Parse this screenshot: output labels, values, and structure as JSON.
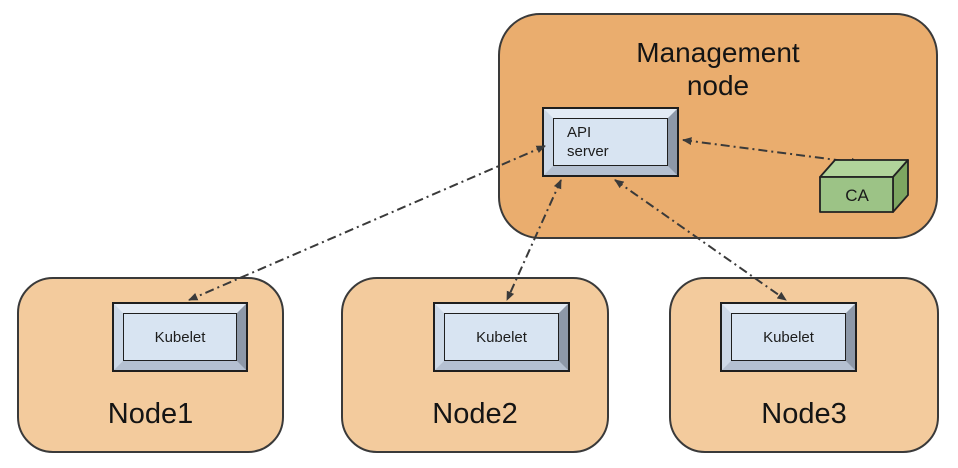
{
  "management_node": {
    "label": "Management\nnode",
    "fill_color": "#EAAD6E"
  },
  "api_server": {
    "label": "API\nserver",
    "face_color": "#D8E4F2"
  },
  "ca": {
    "label": "CA",
    "front_color": "#9CC386",
    "top_color": "#B1D49B",
    "side_color": "#7DA661"
  },
  "nodes": [
    {
      "name": "Node1",
      "component": "Kubelet"
    },
    {
      "name": "Node2",
      "component": "Kubelet"
    },
    {
      "name": "Node3",
      "component": "Kubelet"
    }
  ],
  "worker_node_fill_color": "#F3CB9D",
  "arrow_color": "#3A3A3A",
  "arrow_style": "dash-dot, double-headed"
}
